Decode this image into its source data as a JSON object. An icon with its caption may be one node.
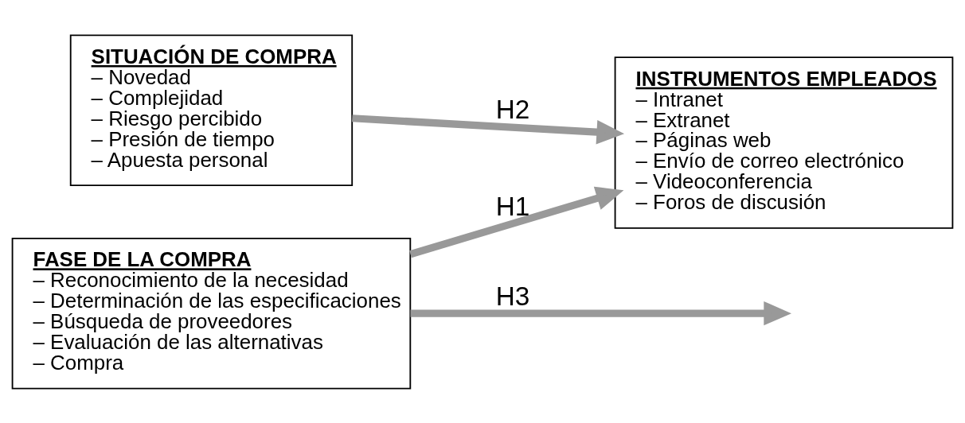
{
  "diagram": {
    "nodes": [
      {
        "text": [
          "SITUACIÓN DE COMPRA",
          "– Novedad",
          "– Complejidad",
          "– Riesgo percibido",
          "– Presión de tiempo",
          "– Apuesta personal"
        ]
      },
      {
        "text": [
          "INSTRUMENTOS EMPLEADOS",
          "– Intranet",
          "– Extranet",
          "– Páginas web",
          "– Envío de correo electrónico",
          "– Videoconferencia",
          "– Foros de discusión"
        ]
      },
      {
        "text": [
          "FASE DE LA COMPRA",
          "– Reconocimiento de la necesidad",
          "– Determinación de las especificaciones",
          "– Búsqueda de proveedores",
          "– Evaluación de las alternativas",
          "– Compra"
        ]
      }
    ],
    "edges": [
      {
        "from": 0,
        "to": 1,
        "arrow": "to",
        "label": "H2"
      },
      {
        "from": 2,
        "to": null,
        "arrow": "to",
        "label": "H3"
      },
      {
        "from": 2,
        "to": 1,
        "arrow": "to",
        "label": "H1"
      }
    ]
  }
}
